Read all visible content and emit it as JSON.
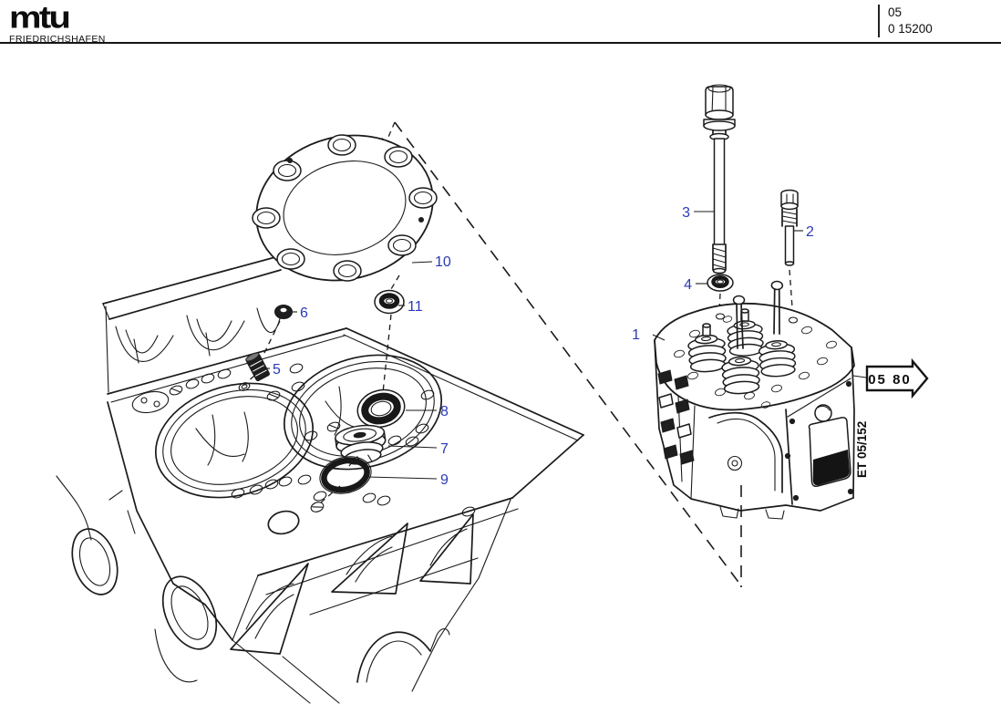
{
  "header": {
    "logo_text": "mtu",
    "logo_subtitle": "FRIEDRICHSHAFEN",
    "group_code": "05",
    "doc_code": "0 15200"
  },
  "callouts": {
    "c1": "1",
    "c2": "2",
    "c3": "3",
    "c4": "4",
    "c5": "5",
    "c6": "6",
    "c7": "7",
    "c8": "8",
    "c9": "9",
    "c10": "10",
    "c11": "11"
  },
  "ref_arrow": {
    "label": "05 80"
  },
  "sheet_ref": {
    "label": "ET 05/152"
  },
  "colors": {
    "callout_blue": "#2b3ab5",
    "ink": "#1b1b1b",
    "paper": "#ffffff"
  }
}
